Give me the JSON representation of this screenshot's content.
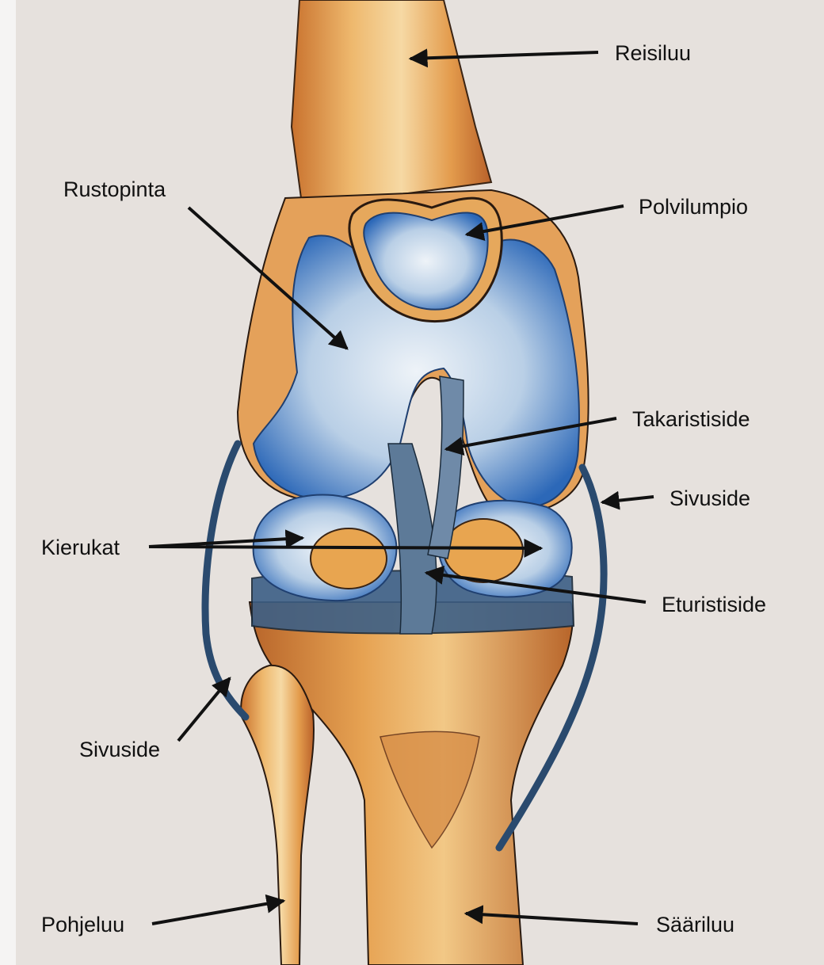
{
  "labels": {
    "reisiluu": "Reisiluu",
    "rustopinta": "Rustopinta",
    "polvilumpio": "Polvilumpio",
    "takaristiside": "Takaristiside",
    "sivuside_right": "Sivuside",
    "kierukat": "Kierukat",
    "eturistiside": "Eturistiside",
    "sivuside_left": "Sivuside",
    "pohjeluu": "Pohjeluu",
    "saariluu": "Sääriluu"
  },
  "colors": {
    "paper": "#e8e3df",
    "bone": "#e2a255",
    "bone_light": "#f3cf8f",
    "bone_dark": "#b8652a",
    "cartilage": "#2f6fc0",
    "cartilage_light": "#d9e6f2",
    "ligament": "#24415f",
    "outline": "#1a1a1a",
    "arrow": "#111111"
  }
}
